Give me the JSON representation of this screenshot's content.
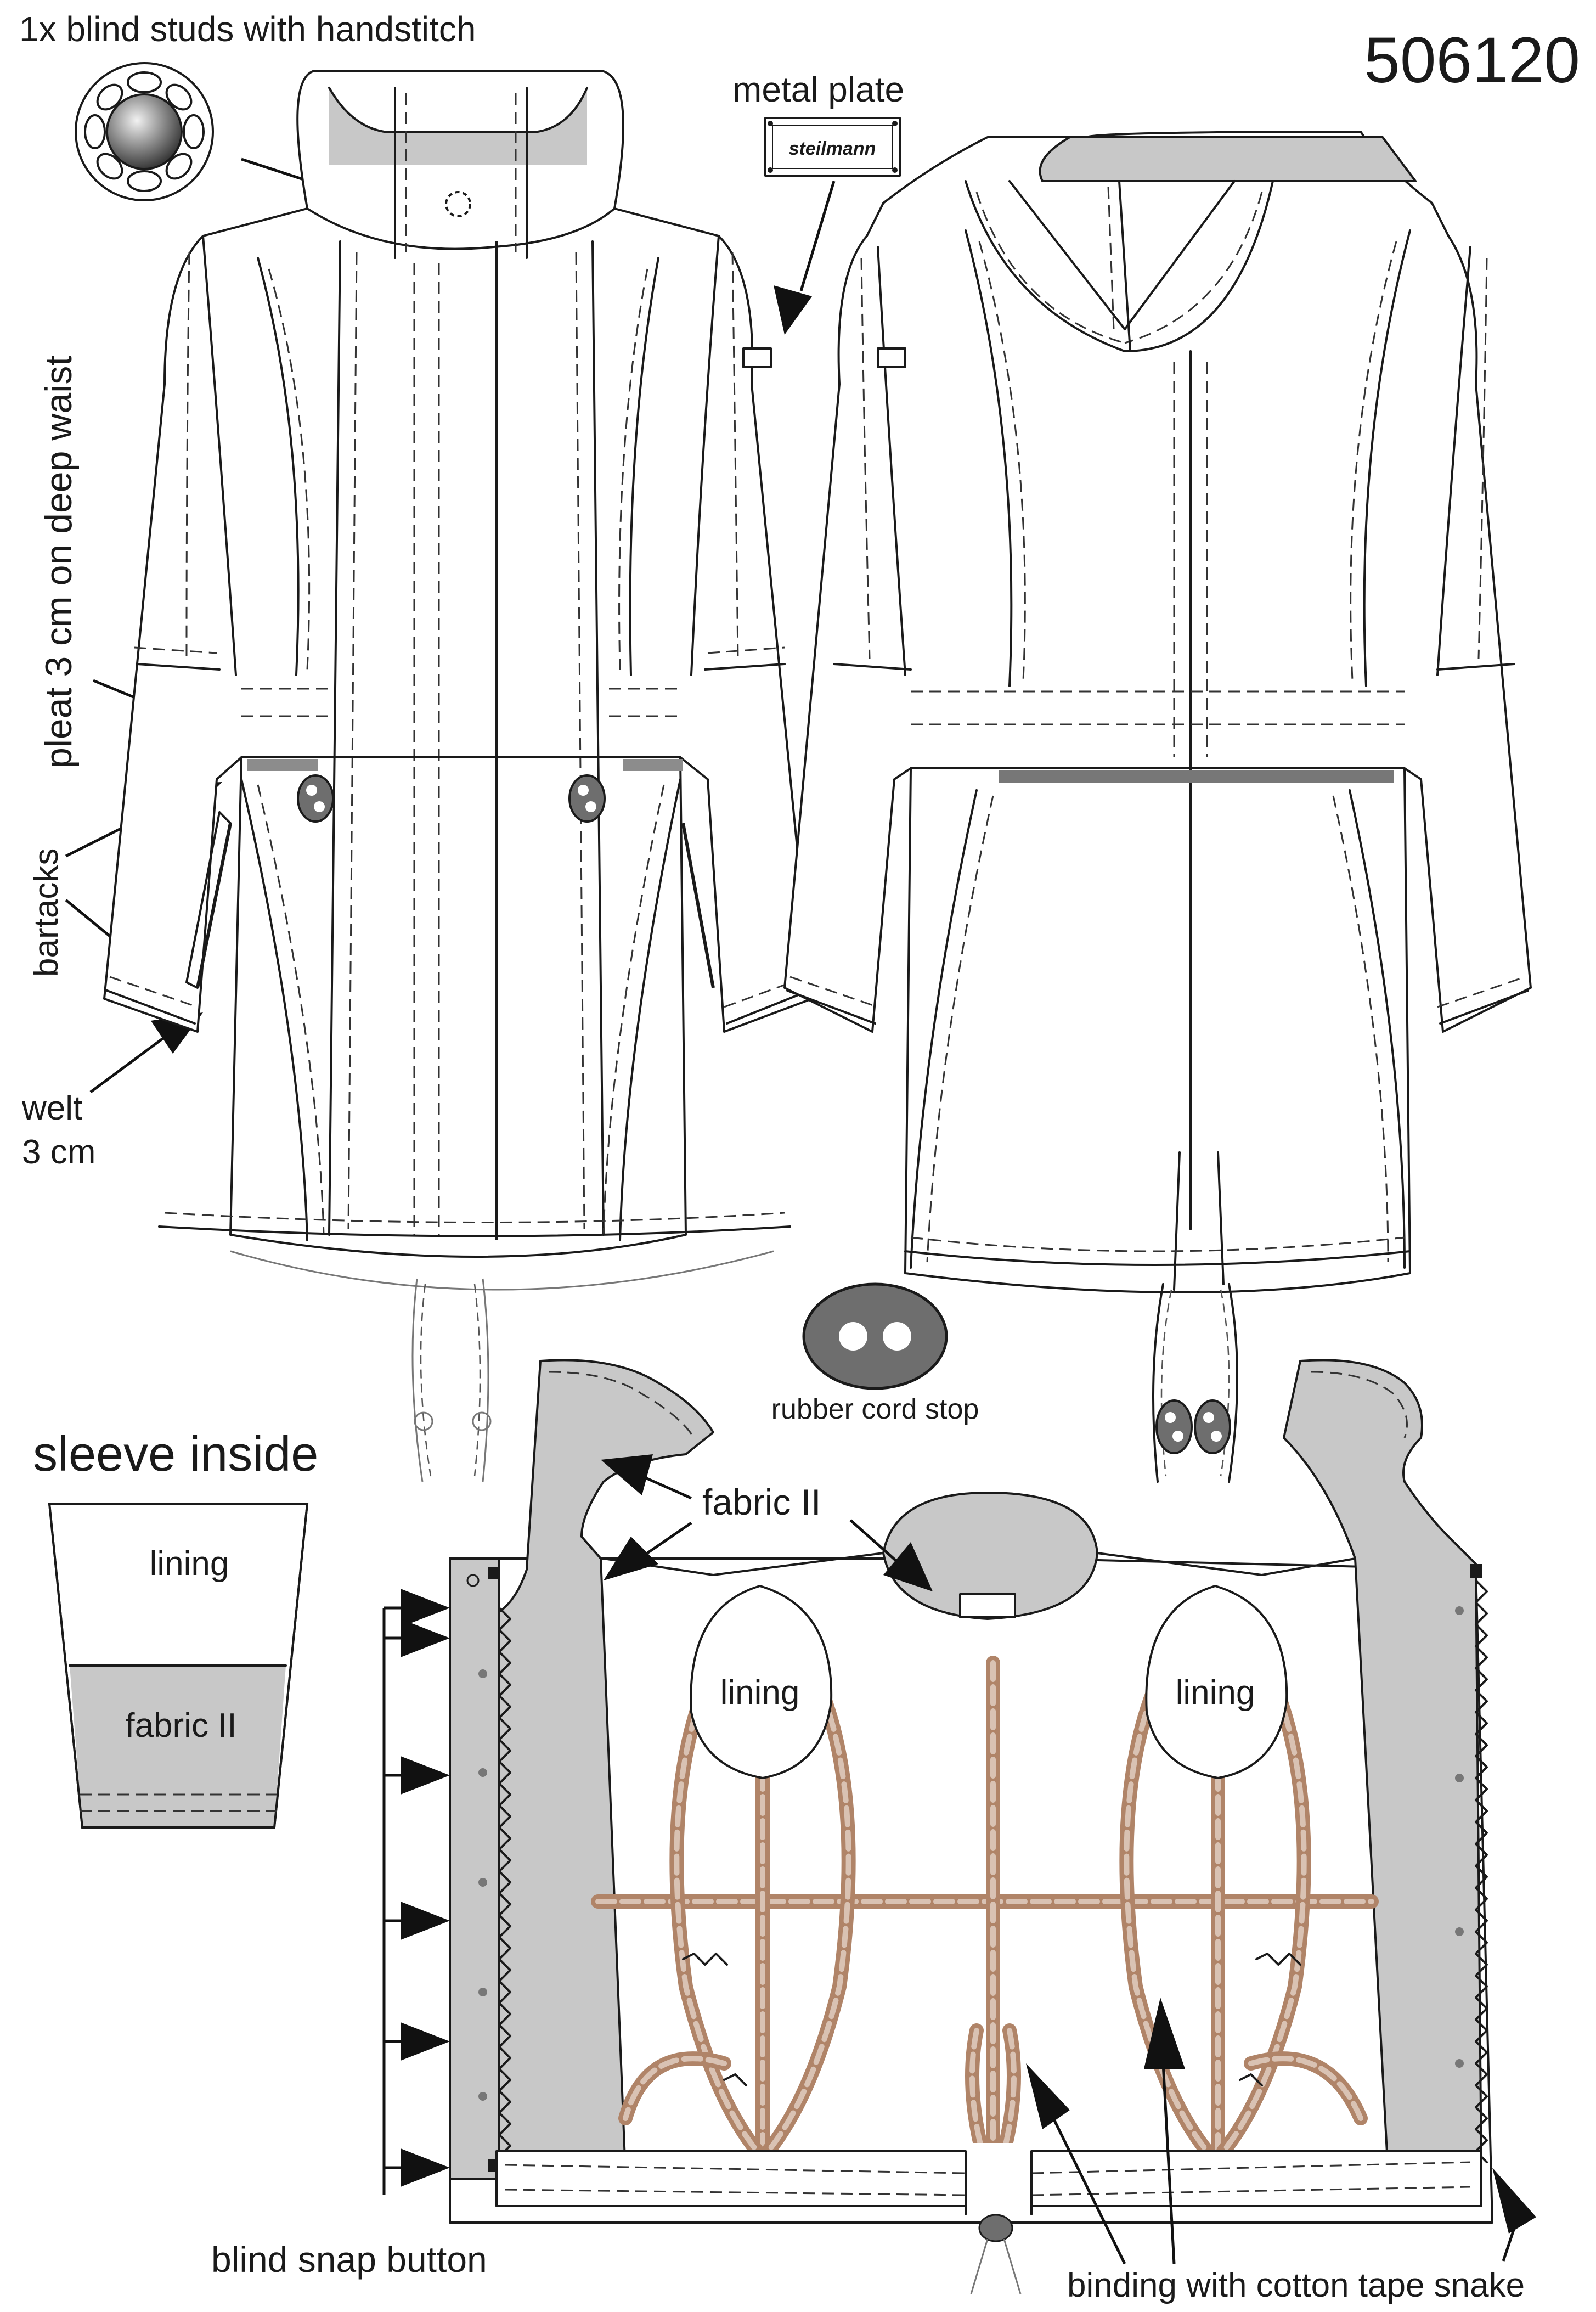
{
  "style_number": "506120",
  "callouts": {
    "blind_studs": "1x blind studs with handstitch",
    "metal_plate": "metal plate",
    "plate_brand": "steilmann",
    "pleat": "pleat 3 cm on deep waist",
    "bartacks": "bartacks",
    "welt_line1": "welt",
    "welt_line2": "3 cm",
    "rubber_cord_stop": "rubber cord stop",
    "sleeve_inside": "sleeve inside",
    "fabric_ii": "fabric II",
    "lining": "lining",
    "blind_snap_button": "blind snap button",
    "binding": "binding with cotton tape snake"
  },
  "sleeve_inside_panel": {
    "upper": "lining",
    "lower": "fabric II"
  },
  "inside_view": {
    "lining_label_left": "lining",
    "lining_label_right": "lining"
  },
  "colors": {
    "fabric_ii": "#c8c8c8",
    "cotton_tape": "#b08468",
    "outline": "#1a1a1a",
    "background": "#ffffff"
  }
}
